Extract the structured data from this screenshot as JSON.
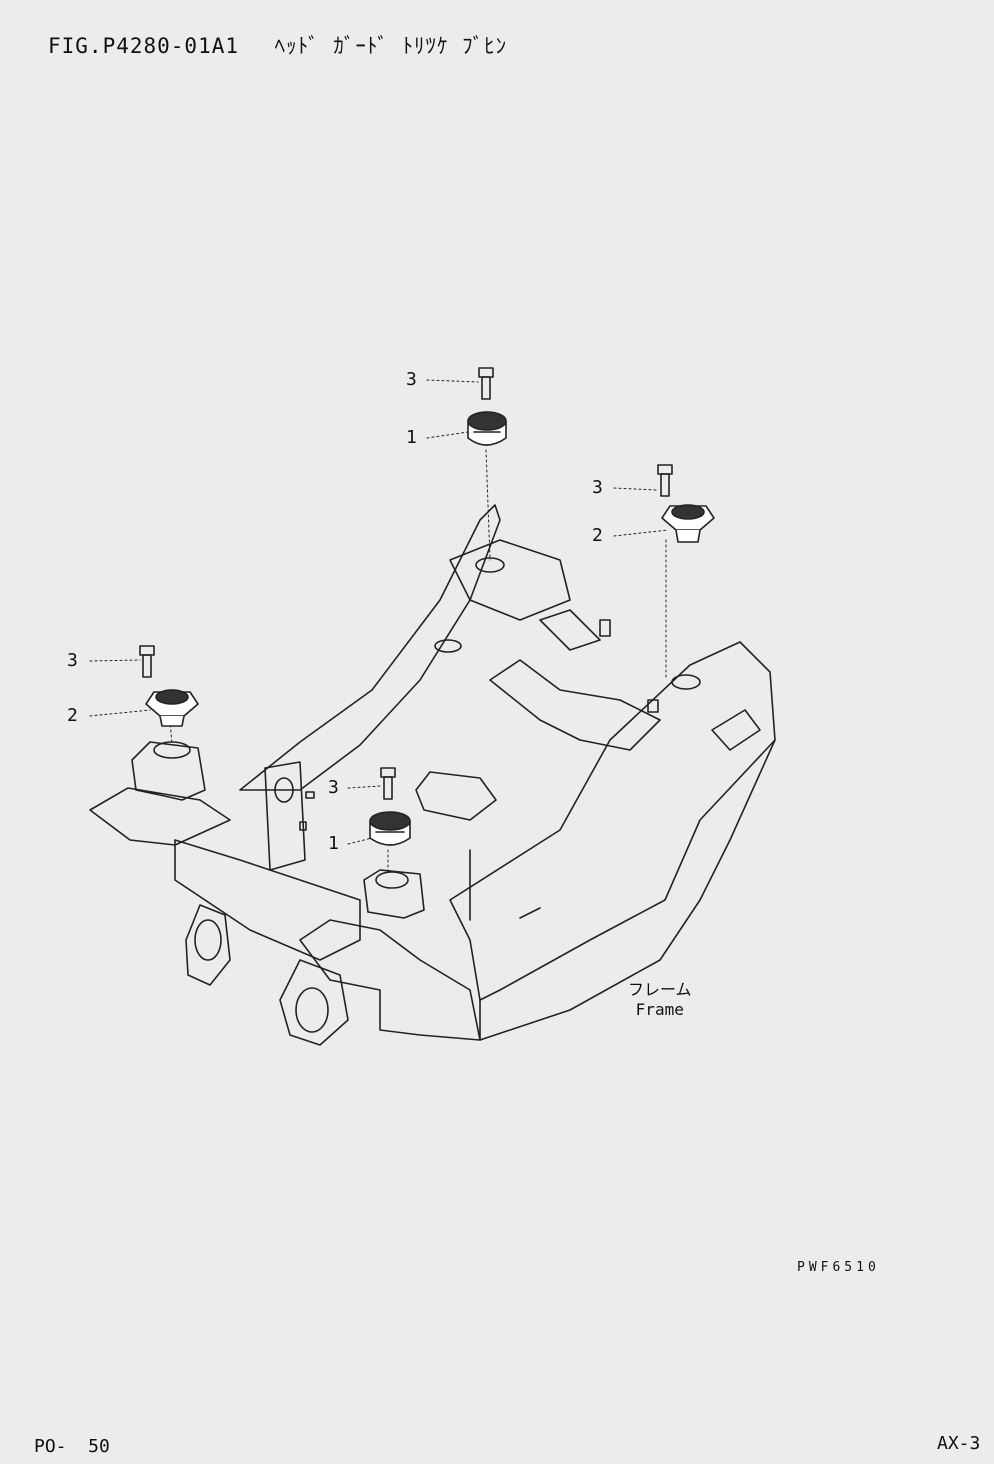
{
  "header": {
    "figure_no": "FIG.P4280-01A1",
    "figure_title": "ﾍｯﾄﾞ ｶﾞｰﾄﾞ ﾄﾘﾂｹ ﾌﾞﾋﾝ"
  },
  "callouts": {
    "top_bolt": "3",
    "top_mount": "1",
    "right_bolt": "3",
    "right_mount": "2",
    "left_bolt": "3",
    "left_mount": "2",
    "center_bolt": "3",
    "center_mount": "1"
  },
  "frame_label": {
    "jp": "フレーム",
    "en": "Frame"
  },
  "drawing_code": "PWF6510",
  "footer": {
    "page": "PO-  50",
    "section": "AX-3"
  }
}
